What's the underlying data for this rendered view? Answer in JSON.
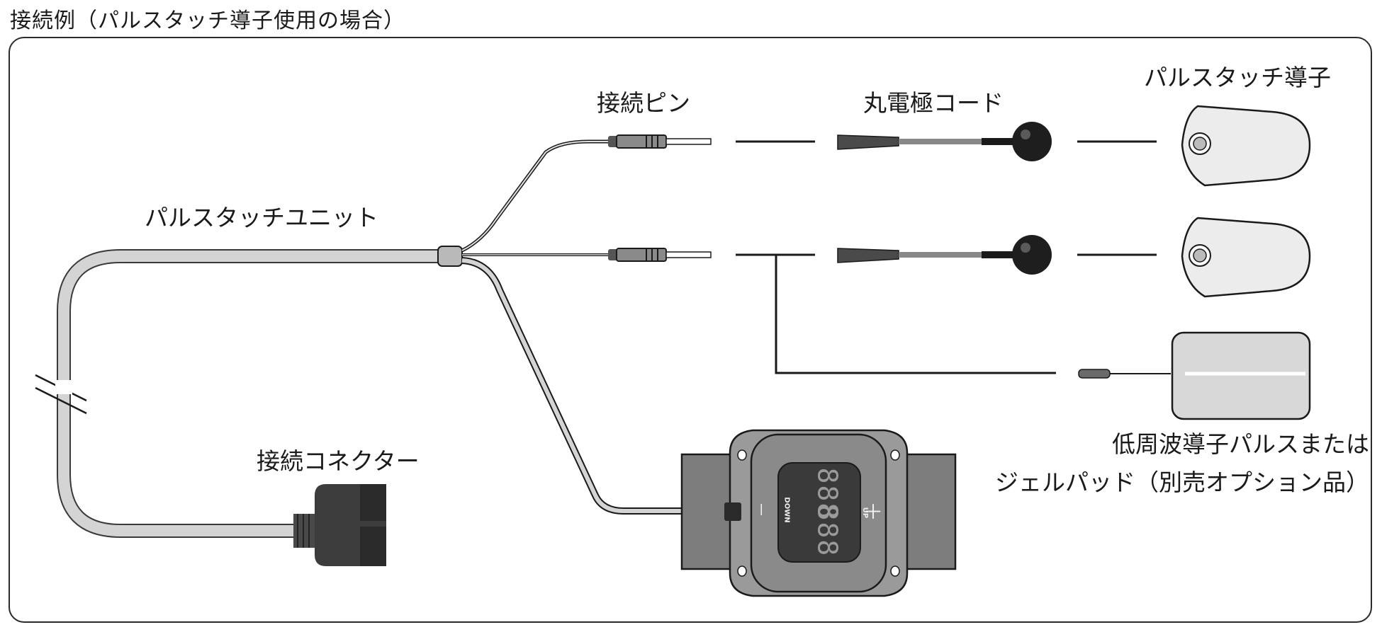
{
  "title": "接続例（パルスタッチ導子使用の場合）",
  "labels": {
    "pin": "接続ピン",
    "cord": "丸電極コード",
    "pulse_touch": "パルスタッチ導子",
    "unit": "パルスタッチユニット",
    "connector": "接続コネクター",
    "pad_line1": "低周波導子パルスまたは",
    "pad_line2": "ジェルパッド（別売オプション品）"
  },
  "device": {
    "display": "888",
    "down": "DOWN",
    "up": "UP",
    "minus": "－",
    "plus": "＋"
  },
  "colors": {
    "line": "#1a1a1a",
    "cable_fill": "#d4d4d4",
    "device_body": "#8a8a8a",
    "strap": "#7d7d7d",
    "screen": "#3a3a3a",
    "pad": "#d8d8d8"
  }
}
